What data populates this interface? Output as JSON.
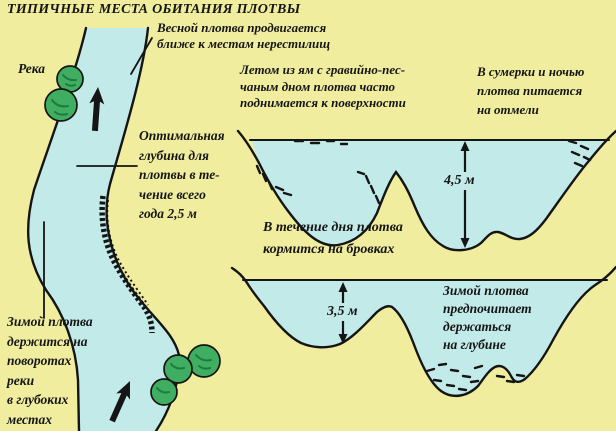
{
  "title": "ТИПИЧНЫЕ МЕСТА ОБИТАНИЯ ПЛОТВЫ",
  "colors": {
    "background": "#f0ed9e",
    "water": "#c2eae9",
    "tree": "#3fae60",
    "tree_dark": "#1e7b40",
    "ink": "#151515"
  },
  "river": {
    "label": "Река"
  },
  "annotations": {
    "spring": "Весной плотва продвигается\nближе к местам нерестилищ",
    "summer": "Летом из ям с гравийно-пес-\nчаным дном плотва часто\nподнимается к поверхности",
    "dusk": "В сумерки и ночью\nплотва питается\nна отмели",
    "optimal": "Оптимальная\nглубина для\nплотвы в те-\nчение всего\nгода 2,5 м",
    "daytime": "В течение дня плотва\nкормится на бровках",
    "winter_depth": "Зимой плотва\nпредпочитает\nдержаться\nна глубине",
    "winter_river": "Зимой плотва\nдержится на\nповоротах\nреки\nв глубоких\nместах"
  },
  "depths": {
    "pit1": "4,5 м",
    "pit2": "3,5 м"
  }
}
